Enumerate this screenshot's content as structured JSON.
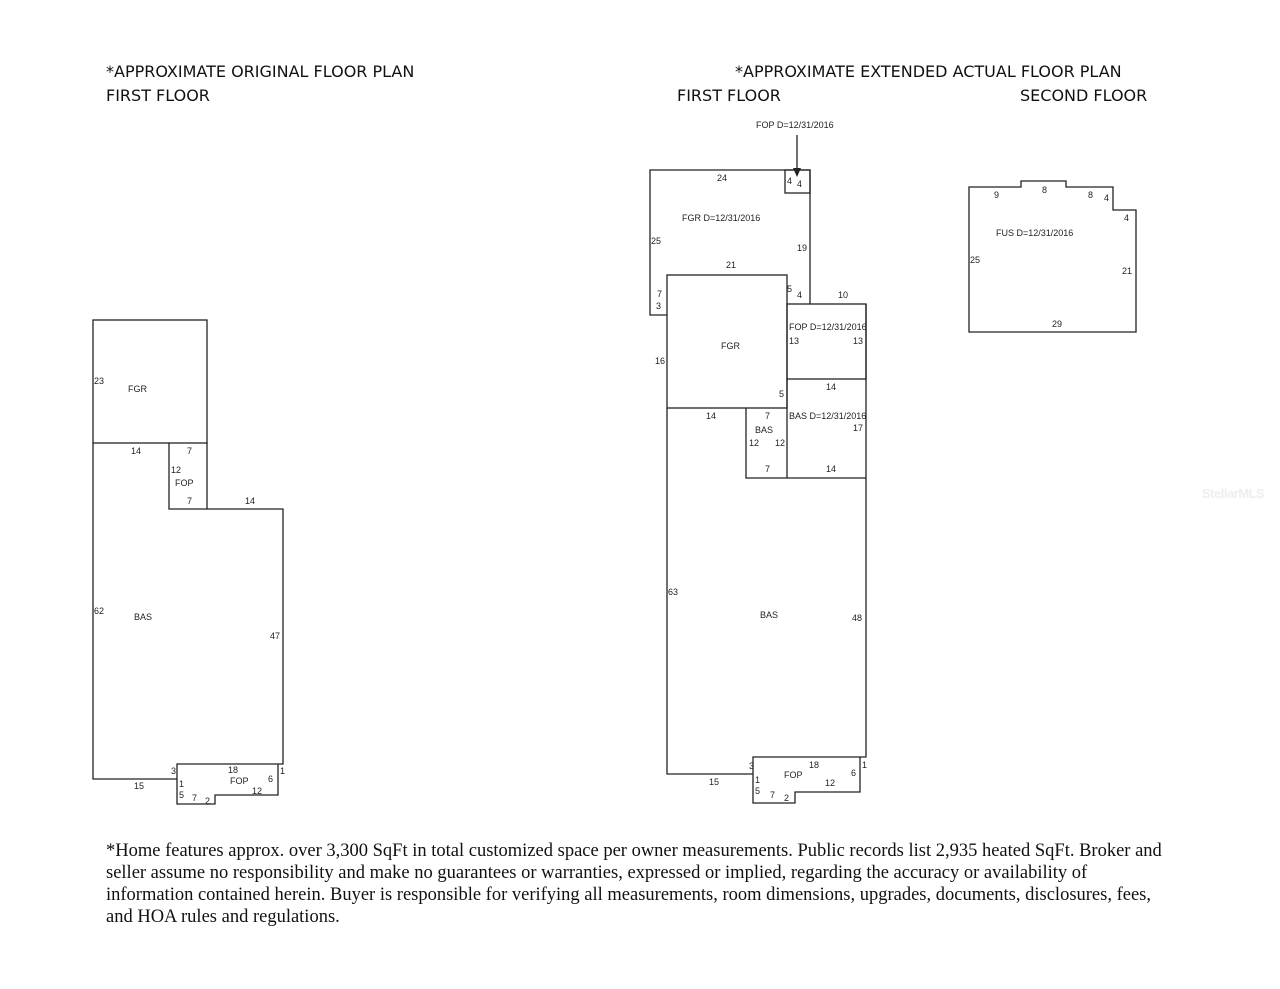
{
  "headings": {
    "original_title": "*APPROXIMATE ORIGINAL FLOOR PLAN",
    "original_first": "FIRST FLOOR",
    "extended_title": "*APPROXIMATE EXTENDED ACTUAL FLOOR PLAN",
    "extended_first": "FIRST FLOOR",
    "extended_second": "SECOND FLOOR"
  },
  "original": {
    "labels": [
      "23",
      "FGR",
      "14",
      "7",
      "12",
      "FOP",
      "7",
      "14",
      "62",
      "BAS",
      "47",
      "15",
      "3",
      "18",
      "FOP",
      "6",
      "1",
      "12",
      "1",
      "5",
      "7",
      "2"
    ]
  },
  "extended_first": {
    "callout": "FOP D=12/31/2016",
    "labels": [
      "24",
      "4",
      "4",
      "FGR D=12/31/2016",
      "25",
      "19",
      "21",
      "7",
      "3",
      "5",
      "4",
      "10",
      "FGR",
      "FOP D=12/31/2016",
      "13",
      "13",
      "16",
      "5",
      "14",
      "14",
      "7",
      "BAS D=12/31/2016",
      "BAS",
      "12",
      "12",
      "17",
      "7",
      "14",
      "63",
      "BAS",
      "48",
      "3",
      "FOP",
      "18",
      "6",
      "1",
      "15",
      "12",
      "1",
      "5",
      "7",
      "2"
    ]
  },
  "second_floor": {
    "labels": [
      "9",
      "8",
      "8",
      "4",
      "4",
      "FUS D=12/31/2016",
      "25",
      "21",
      "29"
    ]
  },
  "disclaimer": "*Home features approx. over 3,300 SqFt in total customized space per owner measurements. Public records list 2,935 heated SqFt. Broker and seller assume no responsibility and make no guarantees or warranties, expressed or implied, regarding the accuracy or availability of information contained herein. Buyer is responsible for verifying all measurements, room dimensions, upgrades, documents, disclosures, fees, and HOA rules and regulations.",
  "watermark": "StellarMLS"
}
